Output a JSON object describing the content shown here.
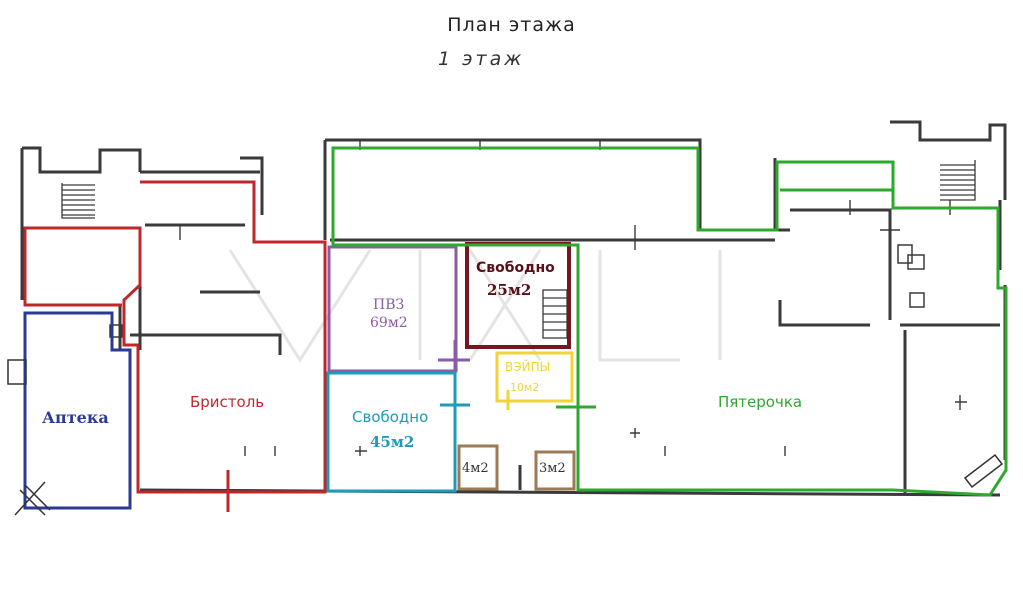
{
  "header": {
    "title": "План этажа",
    "subtitle": "1 этаж"
  },
  "colors": {
    "walls": "#3a3a3a",
    "bristol": "#c0272d",
    "apteka": "#2b3a96",
    "pvz": "#8b5ba6",
    "free45": "#1e9bb8",
    "free25": "#7a1420",
    "vapes": "#f0d43a",
    "small_units": "#9c7a55",
    "pyaterochka": "#2ea82e"
  },
  "units": {
    "apteka": {
      "name": "Аптека"
    },
    "bristol": {
      "name": "Бристоль"
    },
    "pvz": {
      "name": "ПВЗ",
      "area": "69м2"
    },
    "free45": {
      "name": "Свободно",
      "area": "45м2"
    },
    "free25": {
      "name": "Свободно",
      "area": "25м2"
    },
    "vapes": {
      "name": "ВЭЙПЫ",
      "area": "10м2"
    },
    "small4": {
      "area": "4м2"
    },
    "small3": {
      "area": "3м2"
    },
    "pyaterochka": {
      "name": "Пятерочка"
    }
  }
}
